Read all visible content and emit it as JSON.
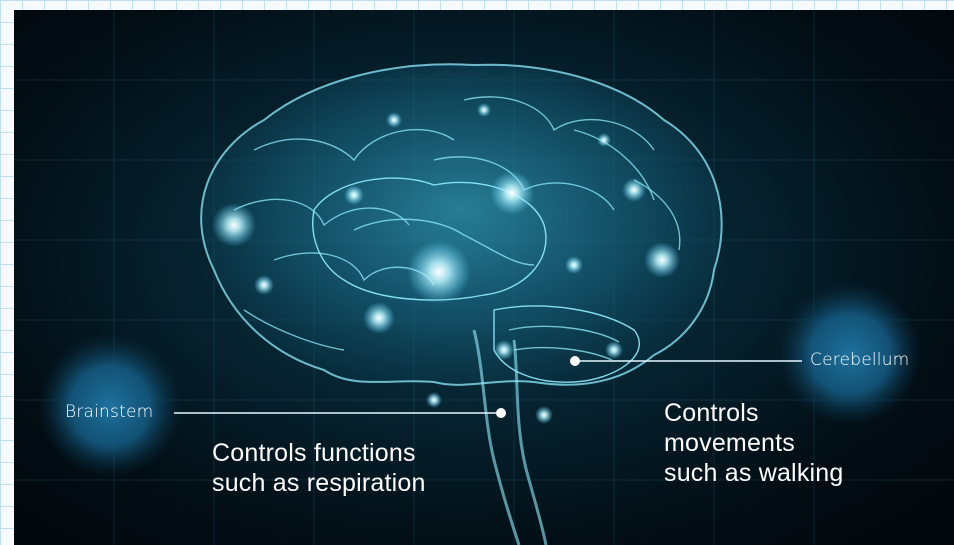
{
  "labels": {
    "brainstem": "Brainstem",
    "cerebellum": "Cerebellum"
  },
  "descriptions": {
    "brainstem": [
      "Controls functions",
      "such as respiration"
    ],
    "cerebellum": [
      "Controls",
      "movements",
      "such as walking"
    ]
  },
  "colors": {
    "background": "#020d14",
    "brain_glow": "#7fe8ff",
    "halo": "#1a6d9a",
    "text": "#ffffff",
    "paper_grid": "#bfe0f2"
  }
}
